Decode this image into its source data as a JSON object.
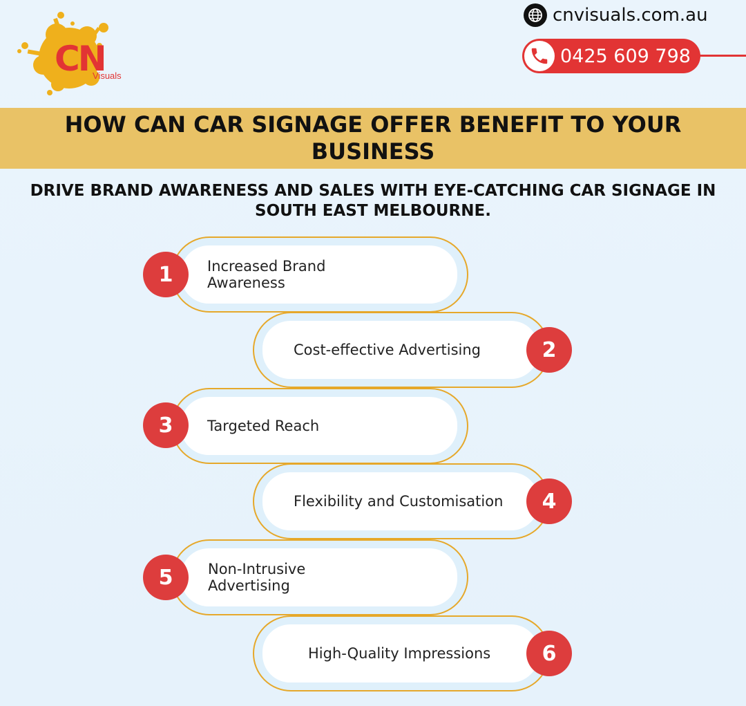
{
  "header": {
    "logo": {
      "letters": "CN",
      "sub": "Visuals"
    },
    "website": "cnvisuals.com.au",
    "phone": "0425 609 798"
  },
  "title": "HOW CAN CAR SIGNAGE OFFER BENEFIT TO YOUR BUSINESS",
  "subtitle": "DRIVE BRAND AWARENESS AND SALES WITH EYE-CATCHING CAR SIGNAGE IN SOUTH EAST MELBOURNE.",
  "steps": [
    {
      "number": "1",
      "label": "Increased Brand Awareness"
    },
    {
      "number": "2",
      "label": "Cost-effective Advertising"
    },
    {
      "number": "3",
      "label": "Targeted Reach"
    },
    {
      "number": "4",
      "label": "Flexibility and Customisation"
    },
    {
      "number": "5",
      "label": "Non-Intrusive Advertising"
    },
    {
      "number": "6",
      "label": "High-Quality Impressions"
    }
  ],
  "colors": {
    "accent": "#e23434",
    "gold": "#e6a82a",
    "band": "#e9c266",
    "background": "#e6f2fb"
  }
}
